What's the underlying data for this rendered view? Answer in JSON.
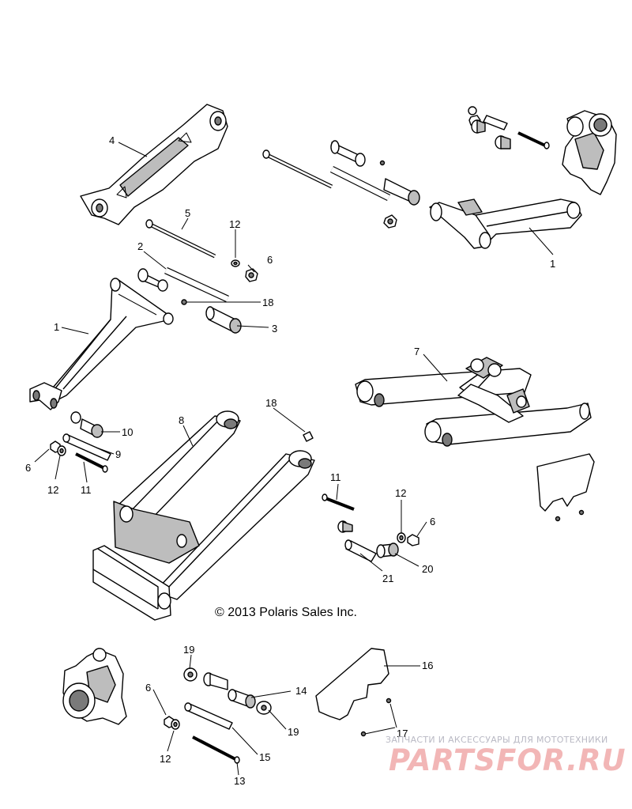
{
  "copyright": "© 2013 Polaris Sales Inc.",
  "watermark": {
    "caption": "ЗАПЧАСТИ И АКСЕССУАРЫ ДЛЯ МОТОТЕХНИКИ",
    "logo": "PARTSFOR.RU"
  },
  "callouts": {
    "c4": "4",
    "c5": "5",
    "c12a": "12",
    "c6a": "6",
    "c2": "2",
    "c18a": "18",
    "c3": "3",
    "c1a": "1",
    "c1b": "1",
    "c7": "7",
    "c8": "8",
    "c18b": "18",
    "c10": "10",
    "c9": "9",
    "c6b": "6",
    "c12b": "12",
    "c11a": "11",
    "c11b": "11",
    "c12c": "12",
    "c6c": "6",
    "c21": "21",
    "c20": "20",
    "c16": "16",
    "c19a": "19",
    "c14": "14",
    "c19b": "19",
    "c6d": "6",
    "c12d": "12",
    "c15": "15",
    "c13": "13",
    "c17": "17"
  }
}
